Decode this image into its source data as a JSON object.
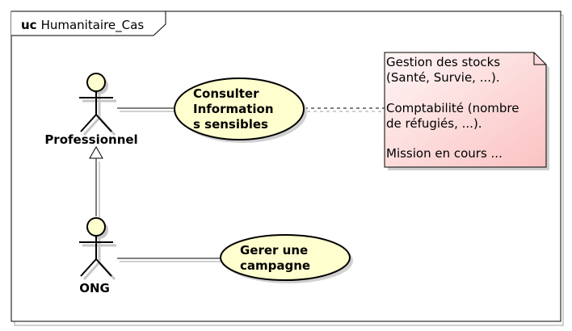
{
  "frame": {
    "keyword": "uc",
    "name": "Humanitaire_Cas"
  },
  "actors": {
    "professionnel": {
      "label": "Professionnel"
    },
    "ong": {
      "label": "ONG"
    }
  },
  "use_cases": {
    "consulter": {
      "lines": [
        "Consulter",
        "Information",
        "s sensibles"
      ]
    },
    "gerer": {
      "lines": [
        "Gerer une",
        "campagne"
      ]
    }
  },
  "note": {
    "lines": [
      "Gestion des stocks",
      "(Santé, Survie, ...).",
      "",
      "Comptabilité (nombre",
      "de réfugiés, ...).",
      "",
      "Mission en cours ..."
    ]
  },
  "colors": {
    "usecase_fill": "#FEFECE",
    "actor_fill": "#FEFECE",
    "note_fill_top": "#FFF4F4",
    "note_fill_bottom": "#FBC4C4",
    "stroke": "#000000",
    "shadow": "#C8C8C8"
  }
}
